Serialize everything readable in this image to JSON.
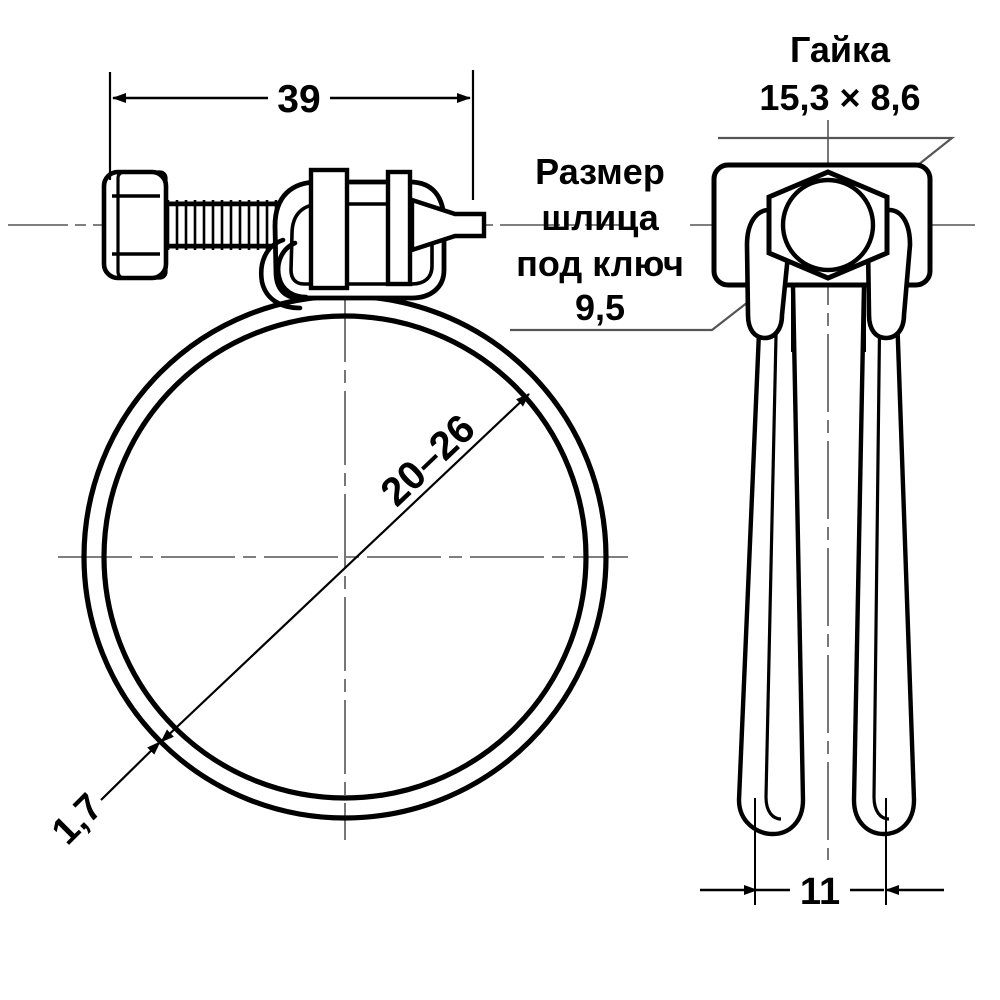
{
  "drawing": {
    "title": "Hose clamp technical drawing",
    "background_color": "#ffffff",
    "line_color": "#000000",
    "centerline_color": "#555555",
    "views": {
      "front": {
        "name": "front-view-clamp-ring"
      },
      "side": {
        "name": "side-view-clamp-band"
      }
    }
  },
  "dimensions": {
    "overall_length": {
      "label": "39",
      "name": "dimension-39"
    },
    "clamp_range": {
      "label": "20–26",
      "name": "dimension-20-26"
    },
    "band_thickness": {
      "label": "1,7",
      "name": "dimension-1-7"
    },
    "band_width": {
      "label": "11",
      "name": "dimension-11"
    }
  },
  "annotations": {
    "nut": {
      "line1": "Гайка",
      "line2": "15,3 × 8,6",
      "name": "annotation-nut"
    },
    "slot": {
      "line1": "Размер",
      "line2": "шлица",
      "line3": "под ключ",
      "line4": "9,5",
      "name": "annotation-wrench-slot-size"
    }
  }
}
